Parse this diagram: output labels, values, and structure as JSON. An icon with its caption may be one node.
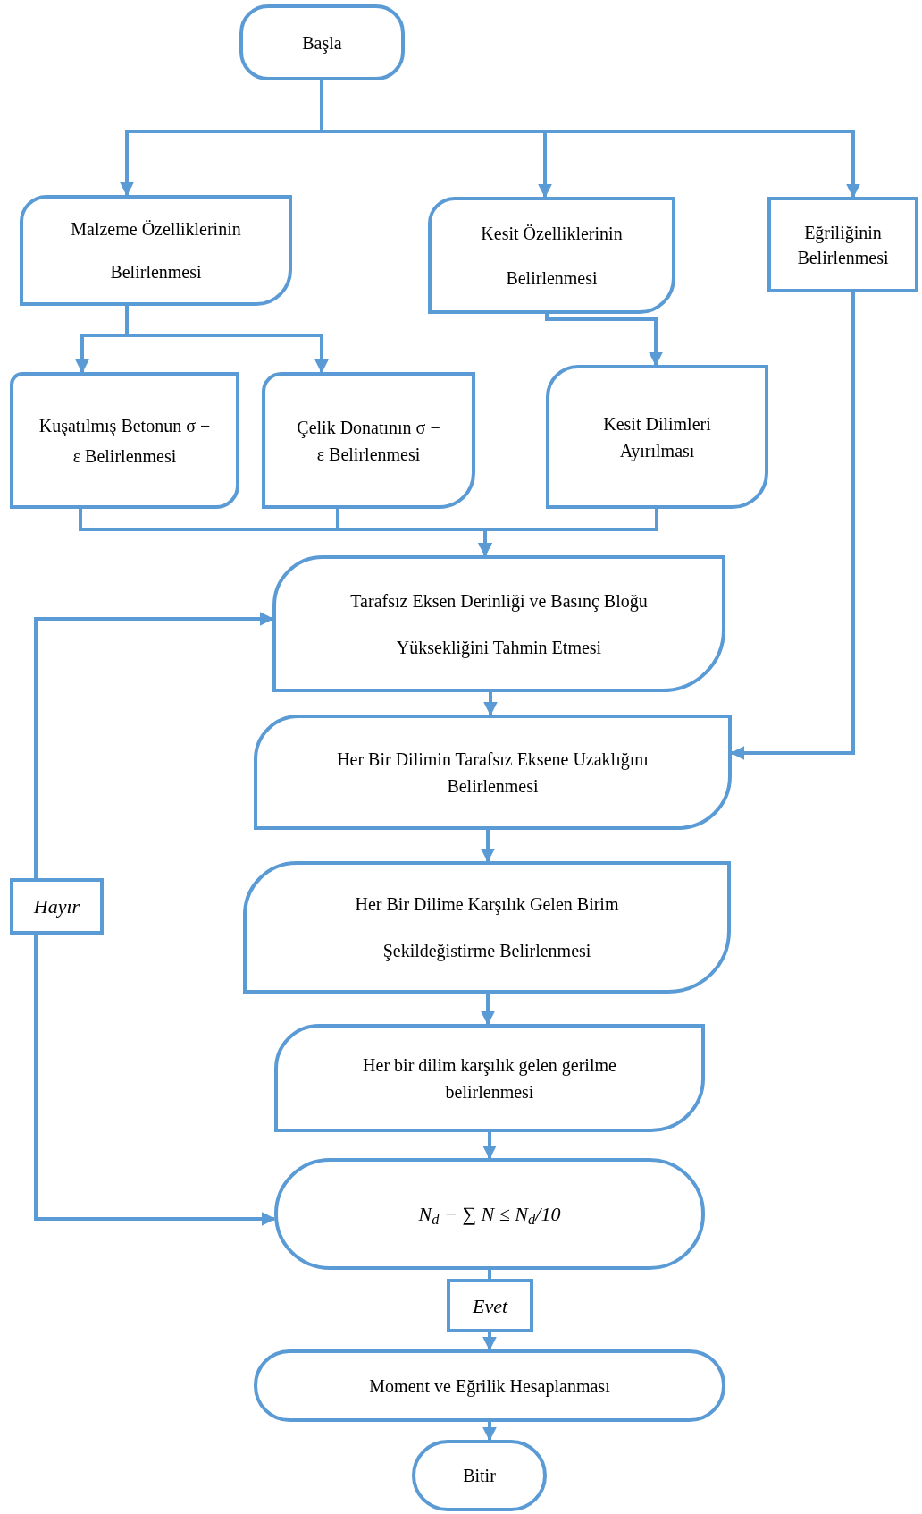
{
  "diagram": {
    "nodes": [
      {
        "text": [
          "Başla"
        ]
      },
      {
        "text": [
          "Malzeme Özelliklerinin Belirlenmesi"
        ]
      },
      {
        "text": [
          "Kesit Özelliklerinin Belirlenmesi"
        ]
      },
      {
        "text": [
          "Eğriliğinin Belirlenmesi"
        ]
      },
      {
        "text": [
          "Kuşatılmış Betonun σ − ε Belirlenmesi"
        ]
      },
      {
        "text": [
          "Çelik Donatının σ − ε Belirlenmesi"
        ]
      },
      {
        "text": [
          "Kesit Dilimleri Ayırılması"
        ]
      },
      {
        "text": [
          "Tarafsız Eksen Derinliği ve Basınç Bloğu Yüksekliğini Tahmin Etmesi"
        ]
      },
      {
        "text": [
          "Her Bir Dilimin Tarafsız Eksene Uzaklığını Belirlenmesi"
        ]
      },
      {
        "text": [
          "Her Bir Dilime Karşılık Gelen Birim Şekildeğistirme Belirlenmesi"
        ]
      },
      {
        "text": [
          "Her bir dilim karşılık gelen gerilme belirlenmesi"
        ]
      },
      {
        "text": [
          "*N*$_{d}$ − ∑ *N* ≤ *N*$_{d}$/10"
        ]
      },
      {
        "text": [
          "Hayır"
        ]
      },
      {
        "text": [
          "Evet"
        ]
      },
      {
        "text": [
          "Moment ve Eğrilik Hesaplanması"
        ]
      },
      {
        "text": [
          "Bitir"
        ]
      }
    ],
    "edges": [
      {
        "from": 0,
        "to": 1,
        "arrow": "to"
      },
      {
        "from": 0,
        "to": 2,
        "arrow": "to"
      },
      {
        "from": 0,
        "to": 3,
        "arrow": "to"
      },
      {
        "from": 1,
        "to": 4,
        "arrow": "to"
      },
      {
        "from": 1,
        "to": 5,
        "arrow": "to"
      },
      {
        "from": 2,
        "to": 6,
        "arrow": "to"
      },
      {
        "from": 4,
        "to": 7,
        "arrow": "to"
      },
      {
        "from": 5,
        "to": 7,
        "arrow": "to"
      },
      {
        "from": 6,
        "to": 7,
        "arrow": "to"
      },
      {
        "from": 7,
        "to": 8,
        "arrow": "to"
      },
      {
        "from": 3,
        "to": 8,
        "arrow": "to"
      },
      {
        "from": 8,
        "to": 9,
        "arrow": "to"
      },
      {
        "from": 9,
        "to": 10,
        "arrow": "to"
      },
      {
        "from": 10,
        "to": 11,
        "arrow": "to"
      },
      {
        "from": 11,
        "to": 13,
        "arrow": "none"
      },
      {
        "from": 13,
        "to": 14,
        "arrow": "to"
      },
      {
        "from": 14,
        "to": 15,
        "arrow": "to"
      },
      {
        "from": 12,
        "to": 7,
        "arrow": "to"
      },
      {
        "from": 12,
        "to": 11,
        "arrow": "to"
      }
    ]
  }
}
